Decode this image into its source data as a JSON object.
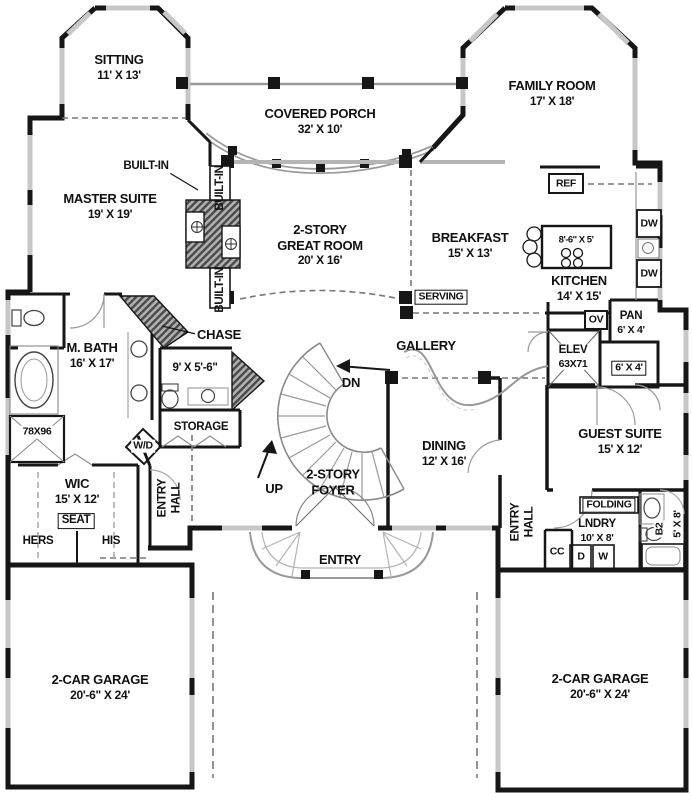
{
  "rooms": {
    "sitting": {
      "name": "SITTING",
      "dims": "11' X 13'"
    },
    "covered_porch": {
      "name": "COVERED PORCH",
      "dims": "32' X 10'"
    },
    "family_room": {
      "name": "FAMILY ROOM",
      "dims": "17' X 18'"
    },
    "master_suite": {
      "name": "MASTER SUITE",
      "dims": "19' X 19'"
    },
    "great_room": {
      "name_line1": "2-STORY",
      "name_line2": "GREAT ROOM",
      "dims": "20' X 16'"
    },
    "breakfast": {
      "name": "BREAKFAST",
      "dims": "15' X 13'"
    },
    "kitchen": {
      "name": "KITCHEN",
      "dims": "14' X 15'"
    },
    "master_bath": {
      "name": "M. BATH",
      "dims": "16' X 17'"
    },
    "wic": {
      "name": "WIC",
      "dims": "15' X 12'"
    },
    "foyer": {
      "name_line1": "2-STORY",
      "name_line2": "FOYER"
    },
    "dining": {
      "name": "DINING",
      "dims": "12' X 16'"
    },
    "guest_suite": {
      "name": "GUEST SUITE",
      "dims": "15' X 12'"
    },
    "laundry": {
      "name": "LNDRY",
      "dims": "10' X 8'"
    },
    "pantry": {
      "name": "PAN",
      "dims": "6' X 4'"
    },
    "elevator": {
      "name": "ELEV",
      "dims": "63X71"
    },
    "guest_closet": {
      "dims": "6' X 4'"
    },
    "powder": {
      "dims": "9' X 5'-6\""
    },
    "bath2": {
      "name": "B2",
      "dims": "5' X 8'"
    },
    "garage_left": {
      "name": "2-CAR GARAGE",
      "dims": "20'-6\" X 24'"
    },
    "garage_right": {
      "name": "2-CAR GARAGE",
      "dims": "20'-6\" X 24'"
    },
    "gallery": {
      "name": "GALLERY"
    },
    "entry": {
      "name": "ENTRY"
    },
    "entry_hall_left": {
      "line1": "ENTRY",
      "line2": "HALL"
    },
    "entry_hall_right": {
      "line1": "ENTRY",
      "line2": "HALL"
    },
    "storage": {
      "name": "STORAGE"
    },
    "chase": {
      "name": "CHASE"
    }
  },
  "labels": {
    "built_in": "BUILT-IN",
    "ref": "REF",
    "dw": "DW",
    "ov": "OV",
    "serving": "SERVING",
    "wd": "W/D",
    "seat": "SEAT",
    "hers": "HERS",
    "his": "HIS",
    "folding": "FOLDING",
    "dryer": "D",
    "washer": "W",
    "cc": "CC",
    "shower": "78X96",
    "island": "8'-6\" X 5'",
    "dn": "DN",
    "up": "UP"
  },
  "colors": {
    "wall": "#161616",
    "window": "#c7c7c7",
    "light_line": "#9a9a9a",
    "paper": "#ffffff"
  }
}
